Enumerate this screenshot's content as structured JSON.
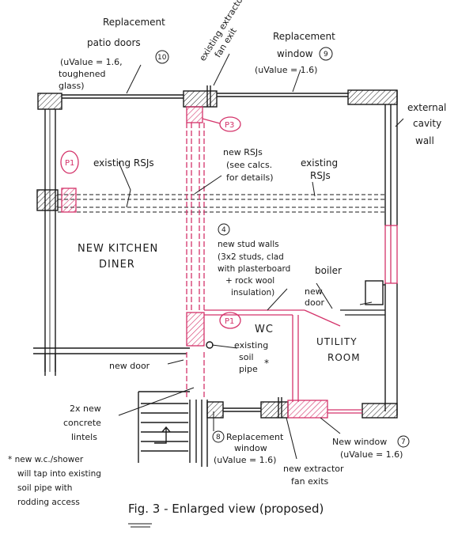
{
  "colors": {
    "ink": "#1a1a1a",
    "red": "#d4336a",
    "paper": "#ffffff"
  },
  "labels": {
    "patio": [
      "Replacement",
      "patio doors",
      "(uValue = 1.6,",
      "toughened",
      "glass)"
    ],
    "patio_num": "10",
    "extractor_top": [
      "existing extractor",
      "fan exit"
    ],
    "window9": [
      "Replacement",
      "window",
      "(uValue = 1.6)"
    ],
    "window9_num": "9",
    "ext_wall": [
      "external",
      "cavity",
      "wall"
    ],
    "rsj_left": "existing RSJs",
    "rsj_right": [
      "existing",
      "RSJs"
    ],
    "rsj_new": [
      "new RSJs",
      "(see calcs.",
      "for details)"
    ],
    "stud": [
      "new stud walls",
      "(3x2 studs, clad",
      "with plasterboard",
      "+ rock wool",
      "insulation)"
    ],
    "stud_num": "4",
    "boiler": "boiler",
    "new_door_right": [
      "new",
      "door"
    ],
    "new_door_left": "new door",
    "soil": [
      "existing",
      "soil",
      "pipe"
    ],
    "lintels": [
      "2x new",
      "concrete",
      "lintels"
    ],
    "footnote": [
      "* new w.c./shower",
      "will tap into existing",
      "soil pipe with",
      "rodding access"
    ],
    "window8": [
      "Replacement",
      "window",
      "(uValue = 1.6)"
    ],
    "window8_num": "8",
    "extractor_bottom": [
      "new extractor",
      "fan exits"
    ],
    "window7": [
      "New window",
      "(uValue = 1.6)"
    ],
    "window7_num": "7",
    "caption": "Fig. 3  - Enlarged view (proposed)"
  },
  "rooms": {
    "kitchen": [
      "NEW KITCHEN",
      "DINER"
    ],
    "wc": "WC",
    "utility": [
      "UTILITY",
      "ROOM"
    ]
  },
  "tags": {
    "p1_left": "P1",
    "p1_mid": "P1",
    "p3": "P3"
  }
}
